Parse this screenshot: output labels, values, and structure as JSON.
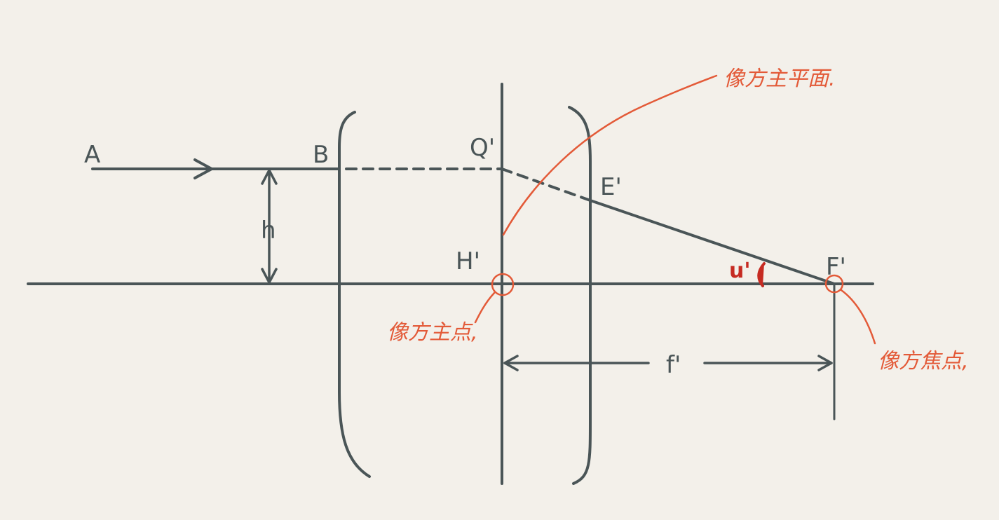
{
  "labels": {
    "A": "A",
    "B": "B",
    "Q_prime": "Q'",
    "E_prime": "E'",
    "H_prime": "H'",
    "F_prime": "F'",
    "h": "h",
    "f_prime": "f'",
    "u_prime": "u'"
  },
  "annotations": {
    "image_principal_plane": "像方主平面.",
    "image_principal_point": "像方主点,",
    "image_focal_point": "像方焦点,"
  },
  "colors": {
    "ink": "#4a5557",
    "annotation": "#e35a38",
    "angle_label": "#c62b22",
    "paper": "#f3f0ea"
  }
}
